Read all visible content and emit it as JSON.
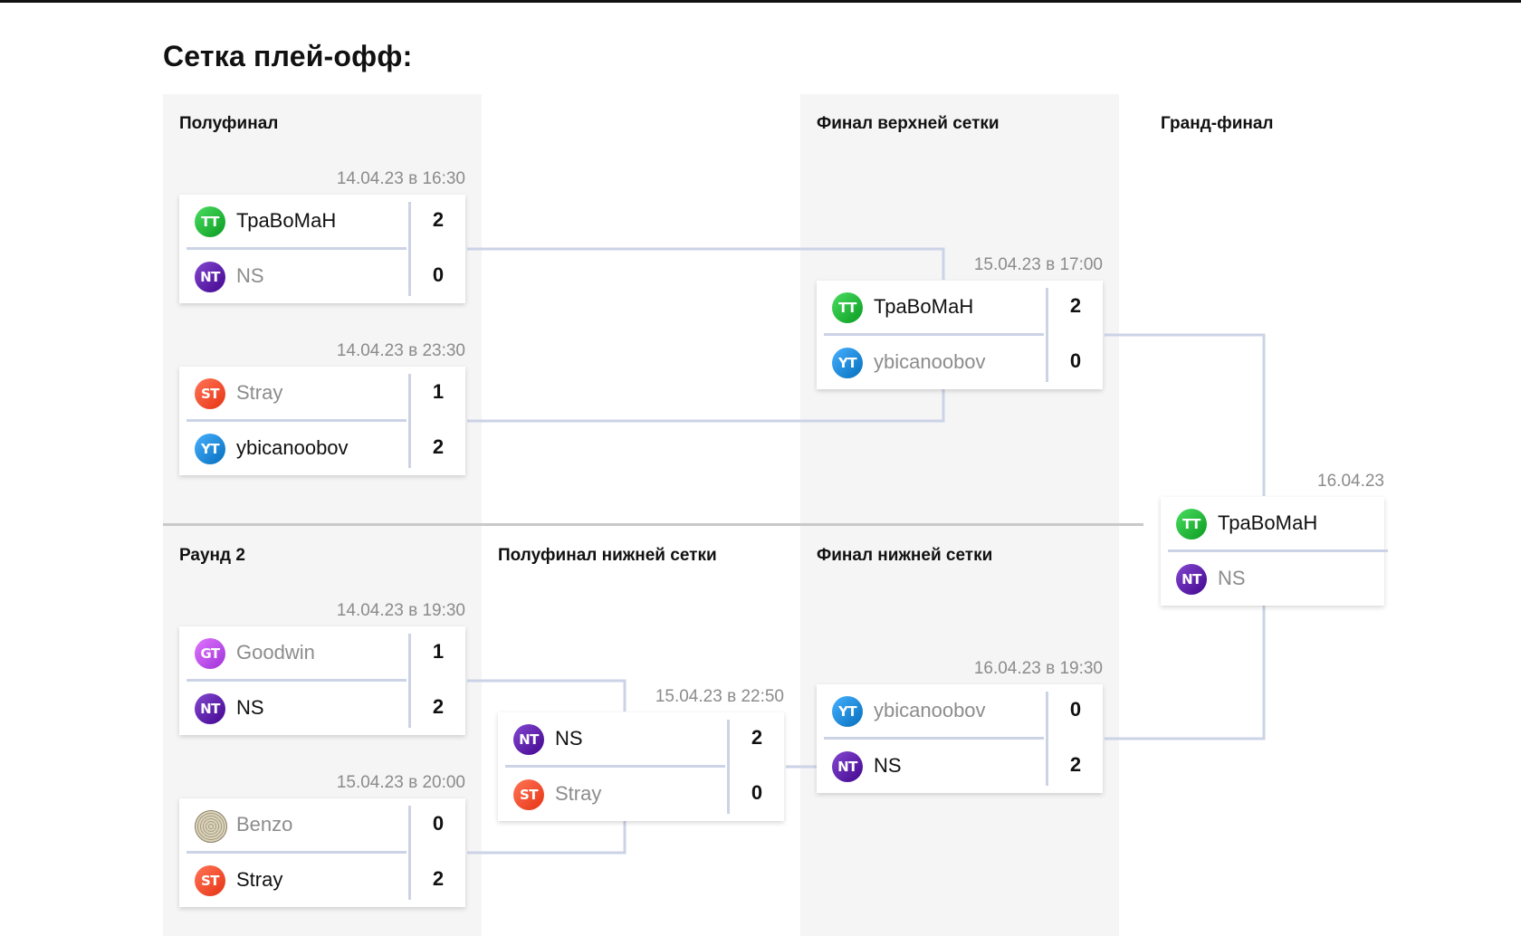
{
  "page": {
    "title": "Сетка плей-офф:"
  },
  "columns": {
    "upper_semifinal": "Полуфинал",
    "upper_final": "Финал верхней сетки",
    "grand_final": "Гранд-финал",
    "lower_round2": "Раунд 2",
    "lower_semifinal": "Полуфинал нижней сетки",
    "lower_final": "Финал нижней сетки"
  },
  "colors": {
    "TT": "#22b53a",
    "NT": "#5b1fa8",
    "ST": "#ff4d2e",
    "YT": "#1e88d6",
    "GT": "#b84cf0",
    "connector": "#ccd3e6",
    "band": "#f5f5f5"
  },
  "matches": {
    "ub_sf1": {
      "time": "14.04.23 в 16:30",
      "teams": [
        {
          "logo": "TT",
          "name": "ТраВоМаН",
          "score": "2",
          "winner": true
        },
        {
          "logo": "NT",
          "name": "NS",
          "score": "0",
          "winner": false
        }
      ]
    },
    "ub_sf2": {
      "time": "14.04.23 в 23:30",
      "teams": [
        {
          "logo": "ST",
          "name": "Stray",
          "score": "1",
          "winner": false
        },
        {
          "logo": "YT",
          "name": "ybicanoobov",
          "score": "2",
          "winner": true
        }
      ]
    },
    "ub_final": {
      "time": "15.04.23 в 17:00",
      "teams": [
        {
          "logo": "TT",
          "name": "ТраВоМаН",
          "score": "2",
          "winner": true
        },
        {
          "logo": "YT",
          "name": "ybicanoobov",
          "score": "0",
          "winner": false
        }
      ]
    },
    "grand_final": {
      "time": "16.04.23",
      "teams": [
        {
          "logo": "TT",
          "name": "ТраВоМаН",
          "score": "",
          "winner": true
        },
        {
          "logo": "NT",
          "name": "NS",
          "score": "",
          "winner": false
        }
      ]
    },
    "lb_r2_1": {
      "time": "14.04.23 в 19:30",
      "teams": [
        {
          "logo": "GT",
          "name": "Goodwin",
          "score": "1",
          "winner": false
        },
        {
          "logo": "NT",
          "name": "NS",
          "score": "2",
          "winner": true
        }
      ]
    },
    "lb_r2_2": {
      "time": "15.04.23 в 20:00",
      "teams": [
        {
          "logo": "benzo",
          "name": "Benzo",
          "score": "0",
          "winner": false
        },
        {
          "logo": "ST",
          "name": "Stray",
          "score": "2",
          "winner": true
        }
      ]
    },
    "lb_sf": {
      "time": "15.04.23 в 22:50",
      "teams": [
        {
          "logo": "NT",
          "name": "NS",
          "score": "2",
          "winner": true
        },
        {
          "logo": "ST",
          "name": "Stray",
          "score": "0",
          "winner": false
        }
      ]
    },
    "lb_final": {
      "time": "16.04.23 в 19:30",
      "teams": [
        {
          "logo": "YT",
          "name": "ybicanoobov",
          "score": "0",
          "winner": false
        },
        {
          "logo": "NT",
          "name": "NS",
          "score": "2",
          "winner": true
        }
      ]
    }
  }
}
